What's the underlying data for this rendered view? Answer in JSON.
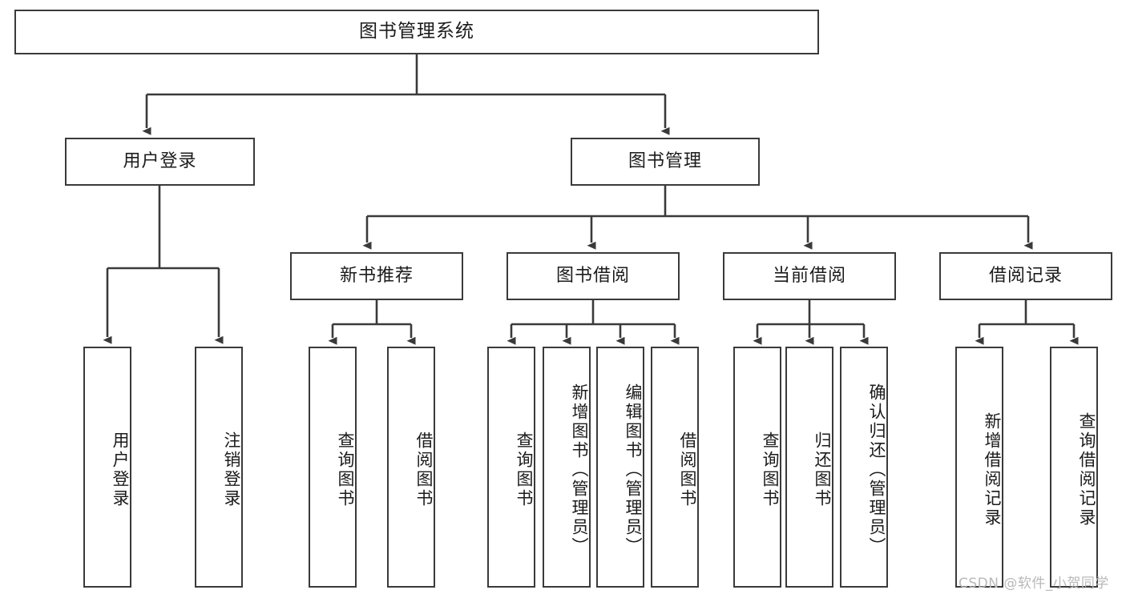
{
  "diagram": {
    "type": "tree",
    "title": "图书管理系统",
    "stroke_color": "#3a3a3a",
    "fill_color": "#ffffff",
    "text_color": "#1b1b1b",
    "nodes": {
      "root": {
        "label": "图书管理系统"
      },
      "level1": [
        {
          "label": "用户登录"
        },
        {
          "label": "图书管理"
        }
      ],
      "level2": [
        {
          "label": "新书推荐"
        },
        {
          "label": "图书借阅"
        },
        {
          "label": "当前借阅"
        },
        {
          "label": "借阅记录"
        }
      ],
      "leaves": {
        "user_login": [
          {
            "label": "用户登录"
          },
          {
            "label": "注销登录"
          }
        ],
        "new_book_recommend": [
          {
            "label": "查询图书"
          },
          {
            "label": "借阅图书"
          }
        ],
        "book_borrow": [
          {
            "label": "查询图书"
          },
          {
            "label": "新增图书（管理员）"
          },
          {
            "label": "编辑图书（管理员）"
          },
          {
            "label": "借阅图书"
          }
        ],
        "current_borrow": [
          {
            "label": "查询图书"
          },
          {
            "label": "归还图书"
          },
          {
            "label": "确认归还（管理员）"
          }
        ],
        "borrow_record": [
          {
            "label": "新增借阅记录"
          },
          {
            "label": "查询借阅记录"
          }
        ]
      }
    }
  },
  "watermark": {
    "text": "CSDN @软件_小贺同学",
    "color": "#b9b9b9"
  }
}
